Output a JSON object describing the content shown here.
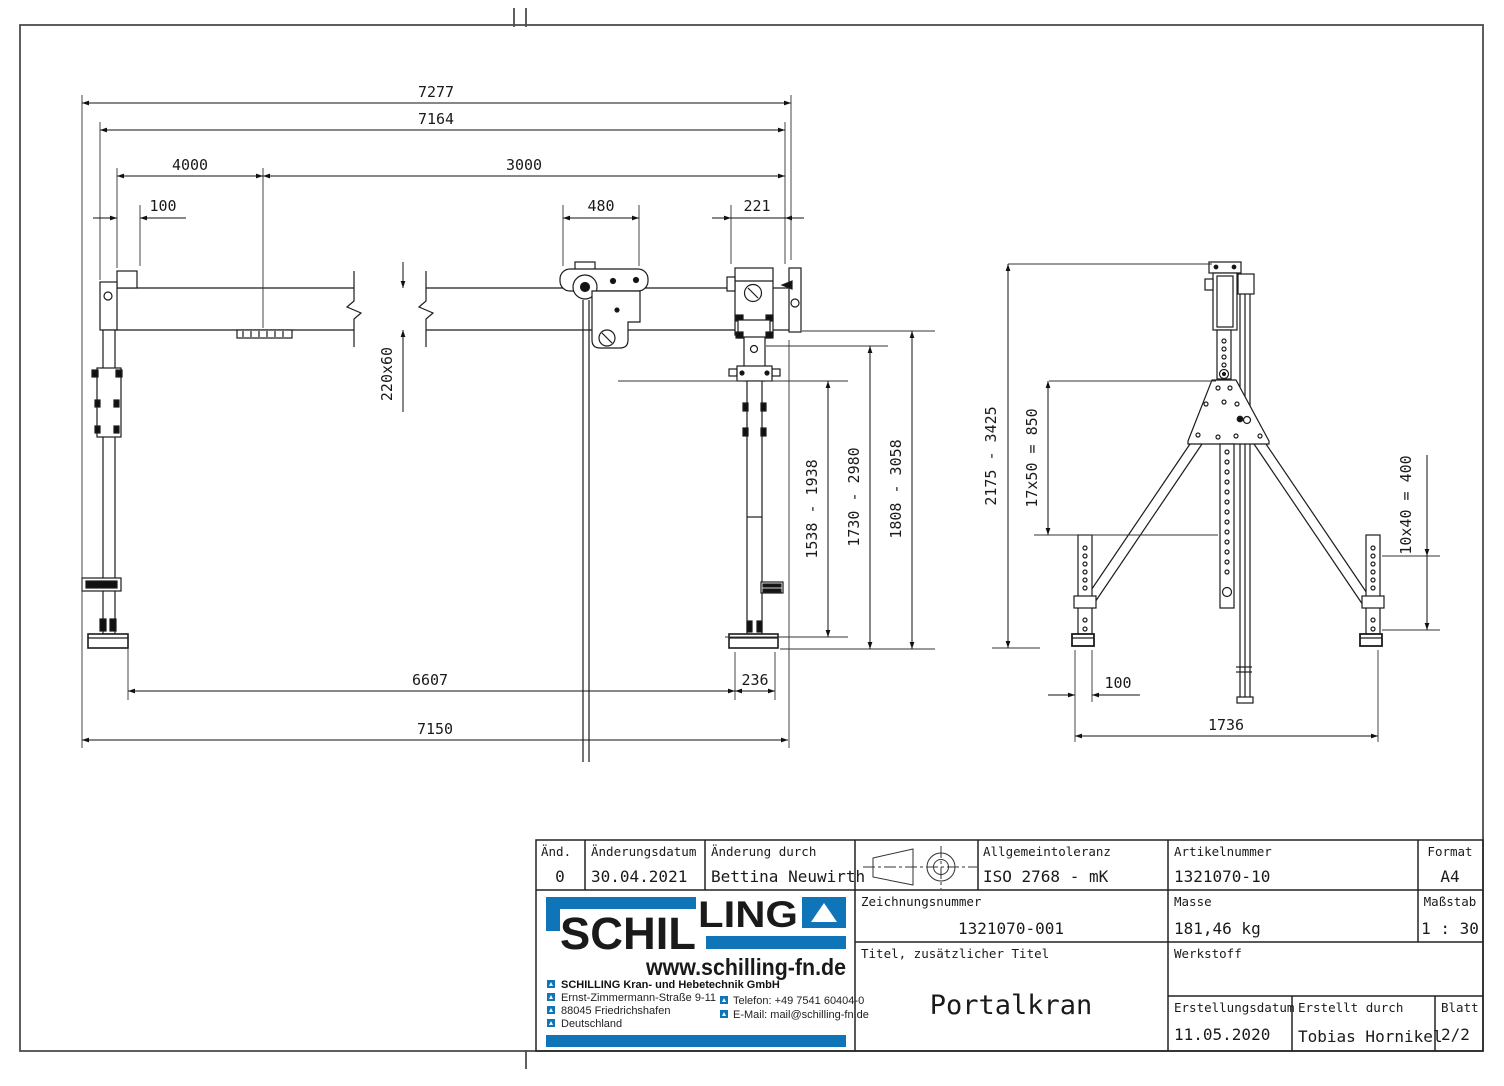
{
  "front": {
    "d7277": "7277",
    "d7164": "7164",
    "d4000": "4000",
    "d3000": "3000",
    "d100": "100",
    "d480": "480",
    "d221": "221",
    "beam_section": "220x60",
    "range_hook": "1538 - 1938",
    "range_mid": "1730 - 2980",
    "range_beam": "1808 - 3058",
    "d6607": "6607",
    "d236": "236",
    "d7150": "7150"
  },
  "side": {
    "height_range": "2175 - 3425",
    "mast_holes": "17x50 = 850",
    "leg_holes": "10x40 = 400",
    "d100": "100",
    "d1736": "1736"
  },
  "title_block": {
    "revision_label": "Änd.",
    "revision_value": "0",
    "rev_date_label": "Änderungsdatum",
    "rev_date_value": "30.04.2021",
    "rev_by_label": "Änderung durch",
    "rev_by_value": "Bettina Neuwirth",
    "tolerance_label": "Allgemeintoleranz",
    "tolerance_value": "ISO 2768 - mK",
    "article_label": "Artikelnummer",
    "article_value": "1321070-10",
    "format_label": "Format",
    "format_value": "A4",
    "drawing_no_label": "Zeichnungsnummer",
    "drawing_no_value": "1321070-001",
    "mass_label": "Masse",
    "mass_value": "181,46 kg",
    "scale_label": "Maßstab",
    "scale_value": "1 : 30",
    "title_label": "Titel, zusätzlicher Titel",
    "title_value": "Portalkran",
    "material_label": "Werkstoff",
    "created_date_label": "Erstellungsdatum",
    "created_date_value": "11.05.2020",
    "created_by_label": "Erstellt durch",
    "created_by_value": "Tobias Hornikel",
    "sheet_label": "Blatt",
    "sheet_value": "2/2"
  },
  "logo": {
    "brand_color": "#0f74b8",
    "name_part1": "SCHIL",
    "name_part2": "LING",
    "website": "www.schilling-fn.de",
    "company": "SCHILLING Kran- und Hebetechnik GmbH",
    "street": "Ernst-Zimmermann-Straße 9-11",
    "city": "88045 Friedrichshafen",
    "country": "Deutschland",
    "phone": "Telefon: +49 7541 60404-0",
    "email": "E-Mail: mail@schilling-fn.de"
  }
}
